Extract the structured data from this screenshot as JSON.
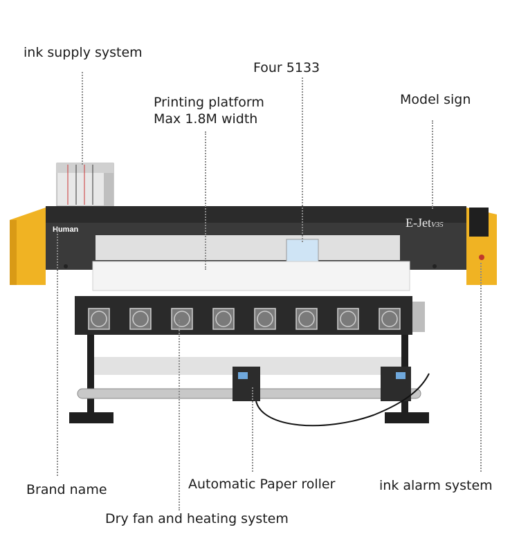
{
  "labels": {
    "ink_supply": "ink supply system",
    "four_heads": "Four 5133",
    "platform_line1": "Printing platform",
    "platform_line2": "Max 1.8M width",
    "model_sign": "Model sign",
    "brand_name": "Brand name",
    "paper_roller": "Automatic Paper roller",
    "ink_alarm": "ink alarm system",
    "dry_fan": "Dry fan and heating system"
  },
  "printer": {
    "brand_logo": "Human",
    "model_badge": "E-Jet",
    "model_suffix": "V35"
  },
  "colors": {
    "side_yellow": "#f0b323",
    "body_dark": "#3a3a3a",
    "panel_black": "#1f1f1f"
  }
}
